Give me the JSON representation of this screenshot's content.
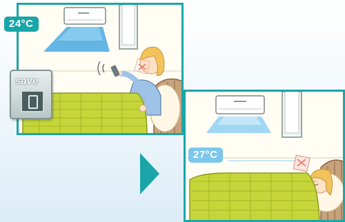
{
  "scene_before": {
    "temperature": "24°C"
  },
  "scene_after": {
    "temperature": "27°C"
  },
  "remote": {
    "label": "save"
  },
  "colors": {
    "accent": "#1aa6a8",
    "badge_light": "#7cc7ec",
    "blanket": "#c6d63a",
    "airflow": "#4aa8e0"
  },
  "icons": {
    "transition": "arrow-right-icon",
    "remote": "remote-control-icon"
  }
}
